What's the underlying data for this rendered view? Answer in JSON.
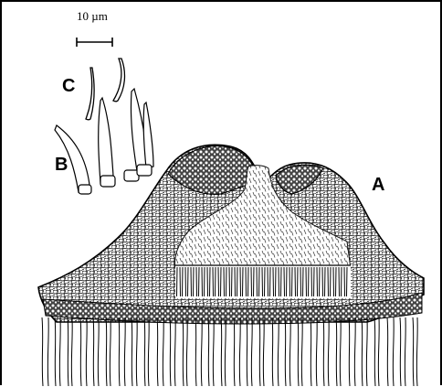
{
  "figure": {
    "scale_bar": {
      "label": "10 µm"
    },
    "labels": {
      "a": "A",
      "b": "B",
      "c": "C"
    },
    "colors": {
      "ink": "#000000",
      "paper": "#ffffff",
      "stipple": "#3a3a3a"
    }
  }
}
